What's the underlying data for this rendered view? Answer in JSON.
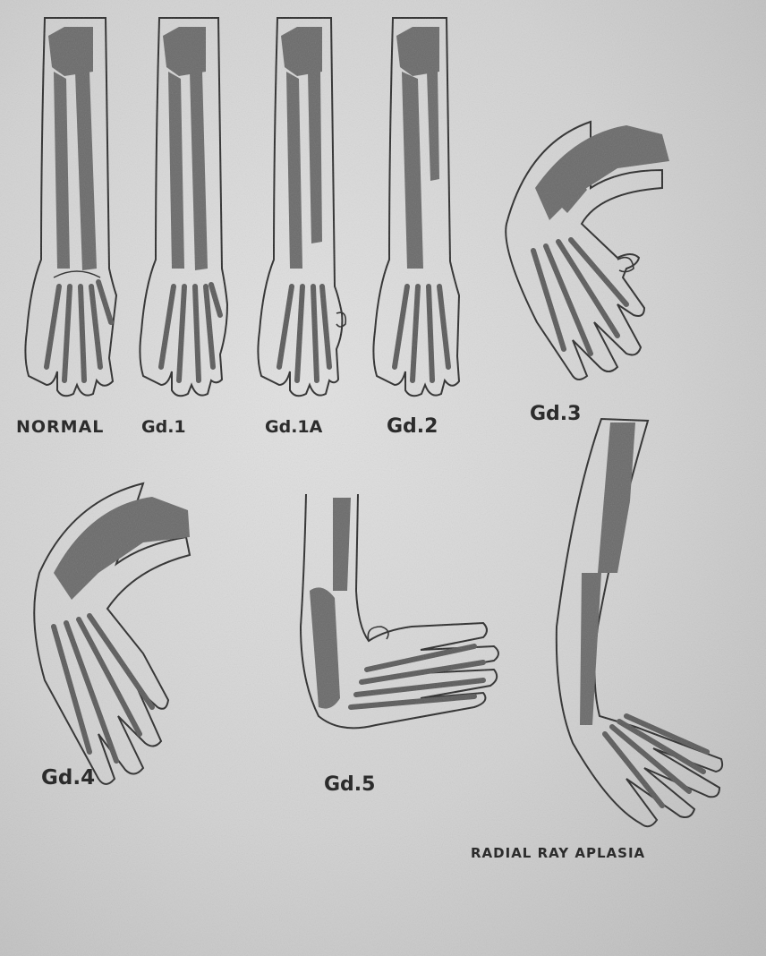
{
  "labels": {
    "normal": "NORMAL",
    "gd1": "Gd.1",
    "gd1a": "Gd.1A",
    "gd2": "Gd.2",
    "gd3": "Gd.3",
    "gd4": "Gd.4",
    "gd5": "Gd.5",
    "radial": "RADIAL RAY APLASIA"
  },
  "colors": {
    "background": "#d6d6d6",
    "bone": "#6a6a6a",
    "outline": "#2b2b2b",
    "text": "#2c2c2c"
  }
}
